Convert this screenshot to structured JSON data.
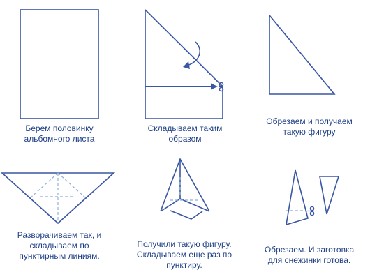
{
  "colors": {
    "line": "#3a56a4",
    "dashed": "#8fb0d8",
    "text": "#1f3f86",
    "background": "#ffffff"
  },
  "steps": [
    {
      "lines": [
        "Берем половинку",
        "альбомного листа"
      ]
    },
    {
      "lines": [
        "Складываем таким",
        "образом"
      ]
    },
    {
      "lines": [
        "Обрезаем и получаем",
        "такую фигуру"
      ]
    },
    {
      "lines": [
        "Разворачиваем так, и",
        "складываем по",
        "пунктирным линиям."
      ]
    },
    {
      "lines": [
        "Получили такую фигуру.",
        "Складываем еще раз по",
        "пунктиру."
      ]
    },
    {
      "lines": [
        "Обрезаем. И заготовка",
        "для снежинки готова."
      ]
    }
  ],
  "icons": [
    "curved-arrow-icon",
    "scissors-icon"
  ]
}
